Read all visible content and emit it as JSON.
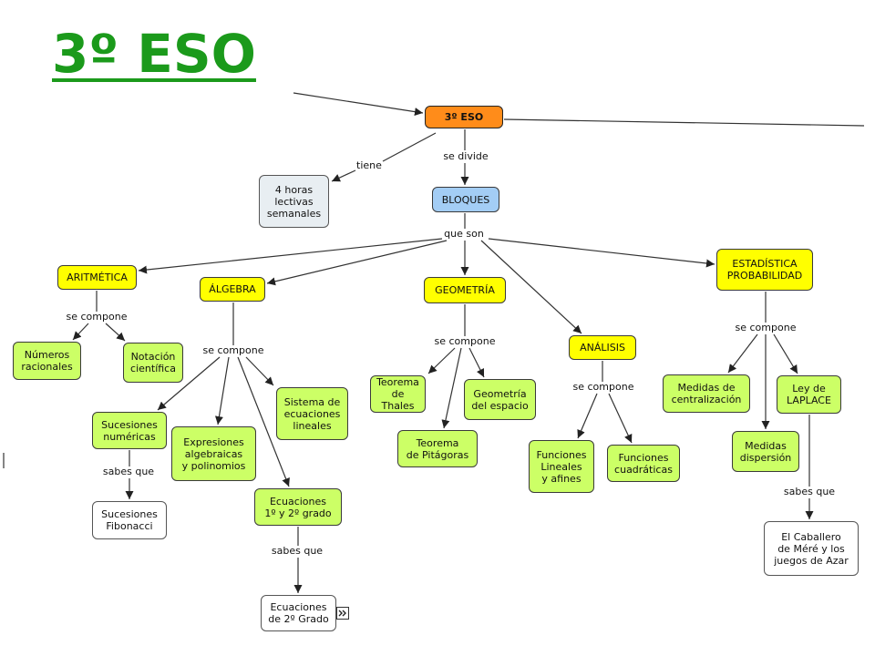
{
  "title": "3º ESO",
  "colors": {
    "title": "#1b9a1b",
    "root": "#ff8c1a",
    "bloques": "#a3cdf5",
    "block": "#ffff00",
    "topic": "#ccff66",
    "note": "#ffffff",
    "hours": "#e8eef2",
    "line": "#333333"
  },
  "concepts": {
    "root": "3º ESO",
    "hours": "4 horas\nlectivas\nsemanales",
    "bloques": "BLOQUES",
    "aritmetica": "ARITMÉTICA",
    "algebra": "ÁLGEBRA",
    "geometria": "GEOMETRÍA",
    "analisis": "ANÁLISIS",
    "estadistica": "ESTADÍSTICA\nPROBABILIDAD",
    "numeros_racionales": "Números\nracionales",
    "notacion_cientifica": "Notación\ncientífica",
    "sistema_ecuaciones": "Sistema de\necuaciones\nlineales",
    "sucesiones_numericas": "Sucesiones\nnuméricas",
    "expresiones_algebraicas": "Expresiones\nalgebraicas\ny polinomios",
    "ecuaciones_1_2": "Ecuaciones\n1º y 2º grado",
    "teorema_thales": "Teorema\nde Thales",
    "geometria_espacio": "Geometría\ndel espacio",
    "teorema_pitagoras": "Teorema\nde Pitágoras",
    "funciones_lineales": "Funciones\nLineales\ny afines",
    "funciones_cuadraticas": "Funciones\ncuadráticas",
    "medidas_centralizacion": "Medidas de\ncentralización",
    "medidas_dispersion": "Medidas\ndispersión",
    "ley_laplace": "Ley de\nLAPLACE",
    "sucesiones_fibonacci": "Sucesiones\nFibonacci",
    "ecuaciones_2_grado": "Ecuaciones\nde 2º Grado",
    "caballero_mere": "El Caballero\nde Méré y los\njuegos de Azar"
  },
  "linking_phrases": {
    "root_tiene": "tiene",
    "root_se_divide": "se divide",
    "bloques_que_son": "que son",
    "aritmetica_se_compone": "se compone",
    "algebra_se_compone": "se compone",
    "geometria_se_compone": "se compone",
    "analisis_se_compone": "se compone",
    "estadistica_se_compone": "se compone",
    "sucesiones_sabes_que": "sabes que",
    "ecuaciones_sabes_que": "sabes que",
    "laplace_sabes_que": "sabes que"
  },
  "icons": {
    "resource_link": "resource-link-icon"
  }
}
